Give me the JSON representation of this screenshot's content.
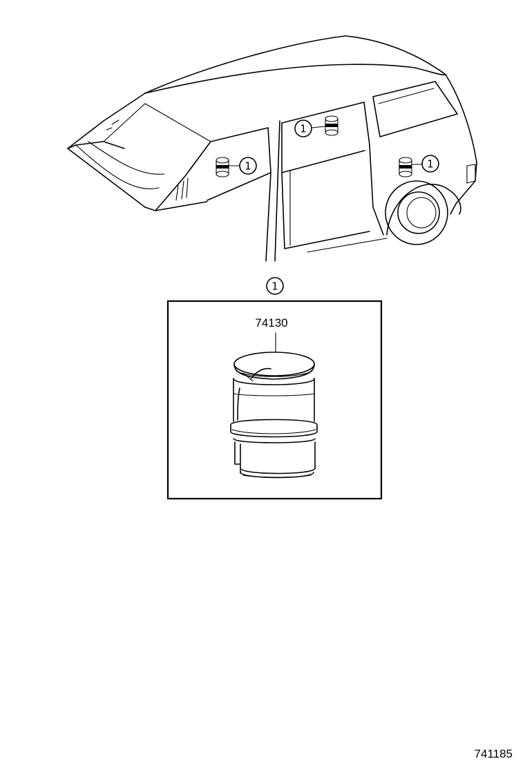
{
  "callouts": {
    "front_quarter": "1",
    "sliding_door": "1",
    "rear_quarter": "1",
    "detail_box": "1"
  },
  "detail": {
    "part_number": "74130",
    "part_icon": "ashtray-cup-icon"
  },
  "diagram_number": "741185",
  "colors": {
    "line": "#000000",
    "background": "#ffffff"
  }
}
